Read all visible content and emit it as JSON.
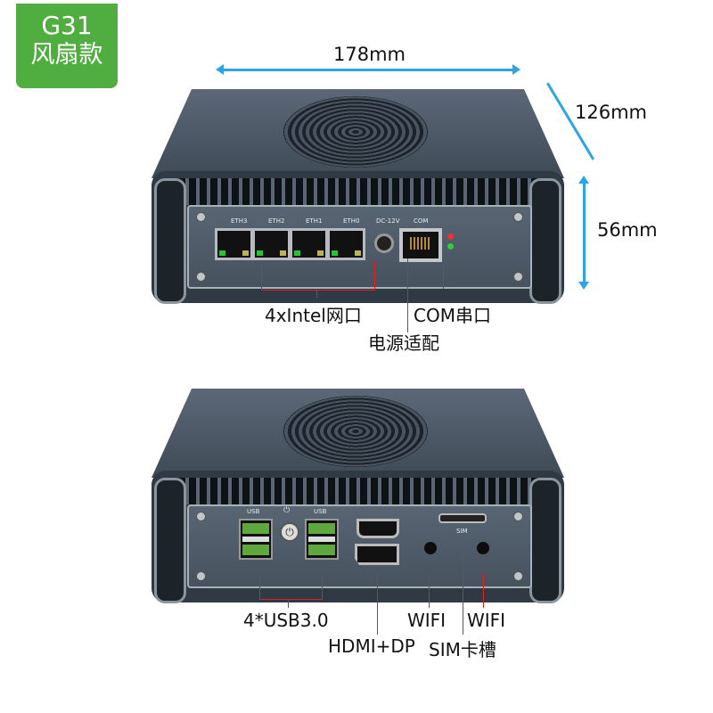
{
  "badge": {
    "model": "G31",
    "variant": "风扇款",
    "color": "#4fae3f"
  },
  "dimensions": {
    "width": "178mm",
    "depth": "126mm",
    "height": "56mm",
    "arrow_color": "#2ea3e6"
  },
  "rear_view": {
    "port_labels": [
      "ETH3",
      "ETH2",
      "ETH1",
      "ETH0",
      "DC-12V",
      "COM"
    ],
    "callouts": {
      "lan": "4xIntel网口",
      "power": "电源适配",
      "com": "COM串口"
    }
  },
  "front_view": {
    "port_labels": {
      "usb_left": "USB",
      "usb_right": "USB",
      "sim": "SIM",
      "power_icon": "⏻"
    },
    "callouts": {
      "usb": "4*USB3.0",
      "video": "HDMI+DP",
      "wifi1": "WIFI",
      "sim": "SIM卡槽",
      "wifi2": "WIFI"
    }
  },
  "callout_line_color": "#e02020"
}
